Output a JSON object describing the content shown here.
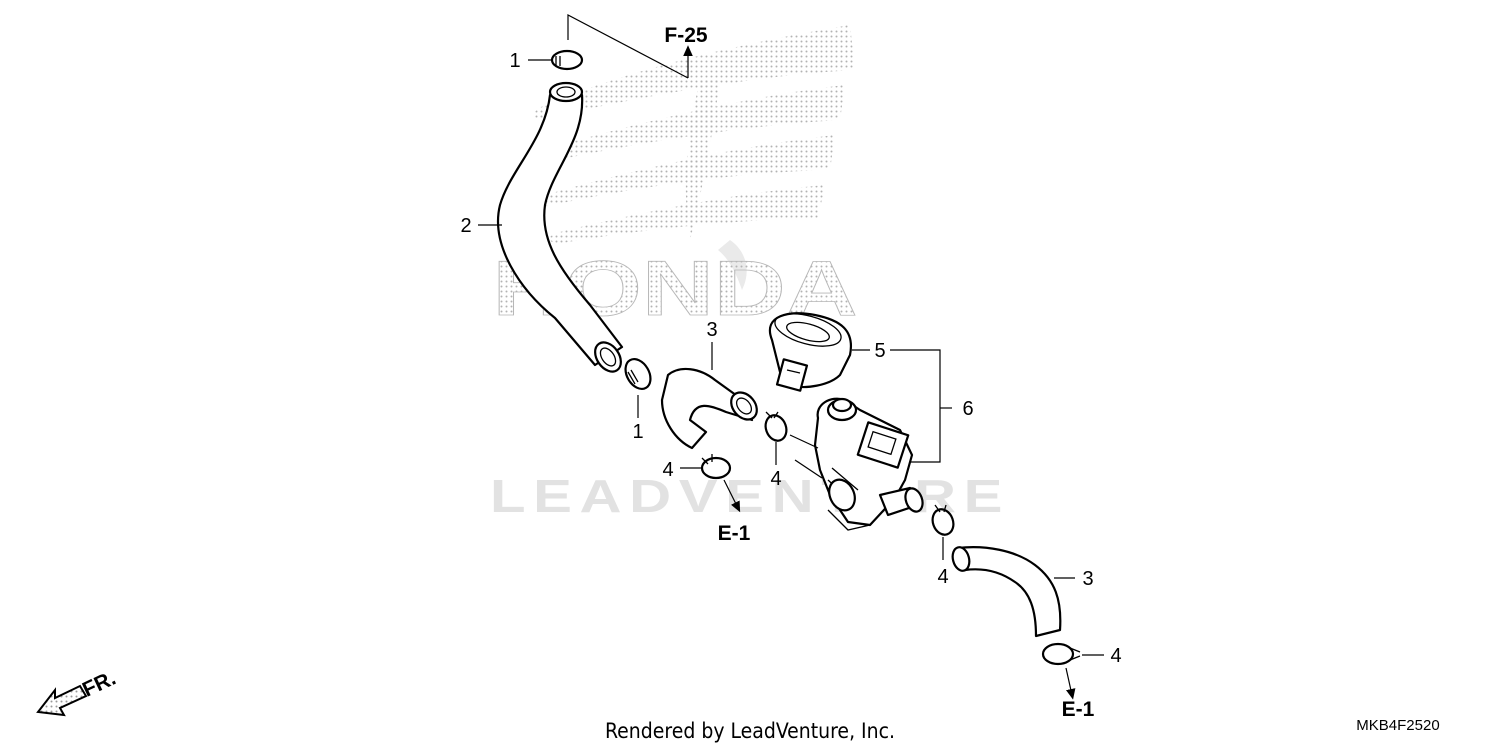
{
  "watermark": {
    "brand": "HONDA",
    "publisher": "LEADVENTURE"
  },
  "callouts": {
    "clip_top": "1",
    "hose_long": "2",
    "hose_mid": "3",
    "clip_mid": "1",
    "band": "5",
    "valve_assy": "6",
    "clip_4a": "4",
    "clip_4b": "4",
    "clip_4c": "4",
    "hose_lower": "3",
    "clip_4d": "4"
  },
  "references": {
    "top": "F-25",
    "left": "E-1",
    "bottom": "E-1"
  },
  "front_marker": "FR.",
  "footer": {
    "credit": "Rendered by LeadVenture, Inc.",
    "diagram_code": "MKB4F2520"
  }
}
